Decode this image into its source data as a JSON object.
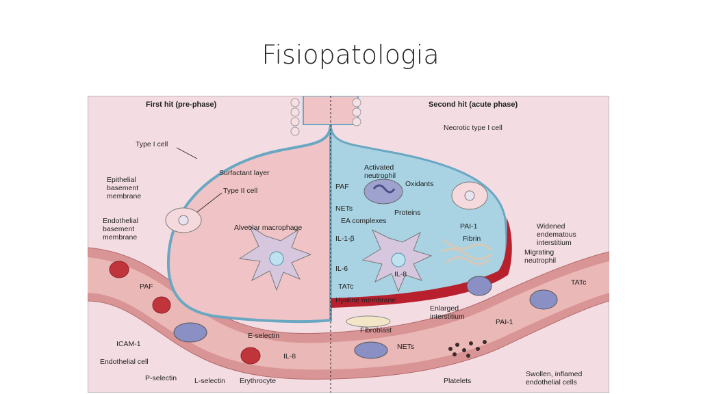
{
  "slide": {
    "title": "Fisiopatologia"
  },
  "figure": {
    "headers": {
      "left": "First hit (pre-phase)",
      "right": "Second hit (acute phase)"
    },
    "left_labels": {
      "type1_cell": "Type I cell",
      "surfactant": "Surfactant layer",
      "epithelial_bm_1": "Epithelial",
      "epithelial_bm_2": "basement",
      "epithelial_bm_3": "membrane",
      "type2_cell": "Type II cell",
      "endothelial_bm_1": "Endothelial",
      "endothelial_bm_2": "basement",
      "endothelial_bm_3": "membrane",
      "alveolar_macrophage": "Alveolar macrophage",
      "paf": "PAF",
      "icam1": "ICAM-1",
      "endothelial_cell": "Endothelial cell",
      "p_selectin": "P-selectin",
      "l_selectin": "L-selectin",
      "erythrocyte": "Erythrocyte",
      "e_selectin": "E-selectin",
      "il8": "IL-8"
    },
    "right_labels": {
      "necrotic": "Necrotic type I cell",
      "activated_1": "Activated",
      "activated_2": "neutrophil",
      "paf": "PAF",
      "oxidants": "Oxidants",
      "nets": "NETs",
      "proteins": "Proteins",
      "ea_complexes": "EA complexes",
      "pai1": "PAI-1",
      "fibrin": "Fibrin",
      "il1b": "IL-1-β",
      "il6": "IL-6",
      "il8": "IL-8",
      "tatc": "TATc",
      "hyaline": "Hyaline membrane",
      "widened_1": "Widened",
      "widened_2": "endematous",
      "widened_3": "interstitium",
      "migrating_1": "Migrating",
      "migrating_2": "neutrophil",
      "tatc2": "TATc",
      "enlarged_1": "Enlarged",
      "enlarged_2": "interstitium",
      "fibroblast": "Fibroblast",
      "pai1_2": "PAI-1",
      "nets2": "NETs",
      "platelets": "Platelets",
      "swollen_1": "Swollen, inflamed",
      "swollen_2": "endothelial cells"
    },
    "colors": {
      "background": "#f3dde3",
      "alveolus_left": "#f0c4c6",
      "alveolus_right_fluid": "#a9d3e3",
      "membrane_blue": "#6aa7c2",
      "vessel": "#d99595",
      "vessel_lumen": "#e7b1b0",
      "erythrocyte": "#c0353c",
      "hyaline": "#b8202e",
      "neutrophil": "#8a8fc4"
    }
  }
}
